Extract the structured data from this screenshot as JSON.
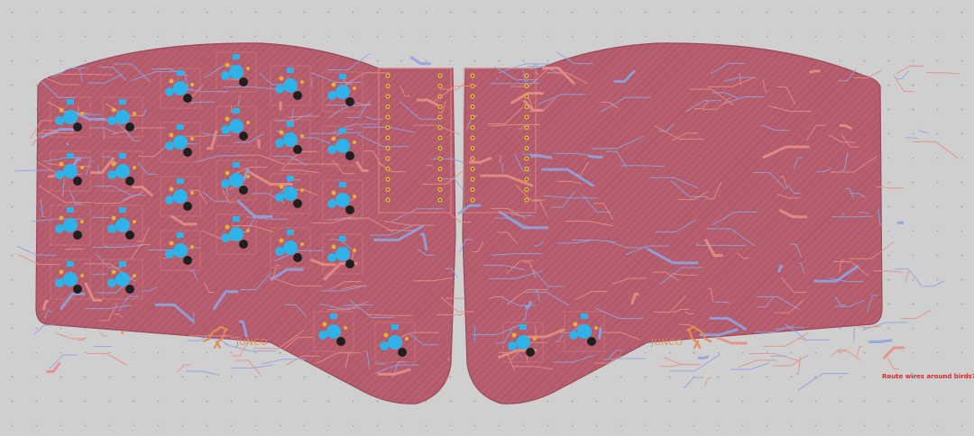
{
  "editor": {
    "view": "pcb-layout",
    "colors": {
      "background": "#cfcfcf",
      "grid_dot": "#a9a9a9",
      "board_fill": "#b85f6f",
      "board_fill_dark": "#a85466",
      "front_copper": "#e68f86",
      "back_copper": "#8fa3df",
      "pad": "#2fb2e8",
      "through_hole": "#1f1f1f",
      "pin_ring": "#e4b03a",
      "silkscreen": "#e68a52",
      "annotation_text": "#e22a2a"
    }
  },
  "boards": {
    "left": {
      "logo_icon": "junco-bird-icon",
      "logo_text": "JUNCO"
    },
    "right": {
      "logo_icon": "junco-bird-icon",
      "logo_text": "JUNCO"
    }
  },
  "annotation": {
    "text": "Route wires around birds?"
  }
}
